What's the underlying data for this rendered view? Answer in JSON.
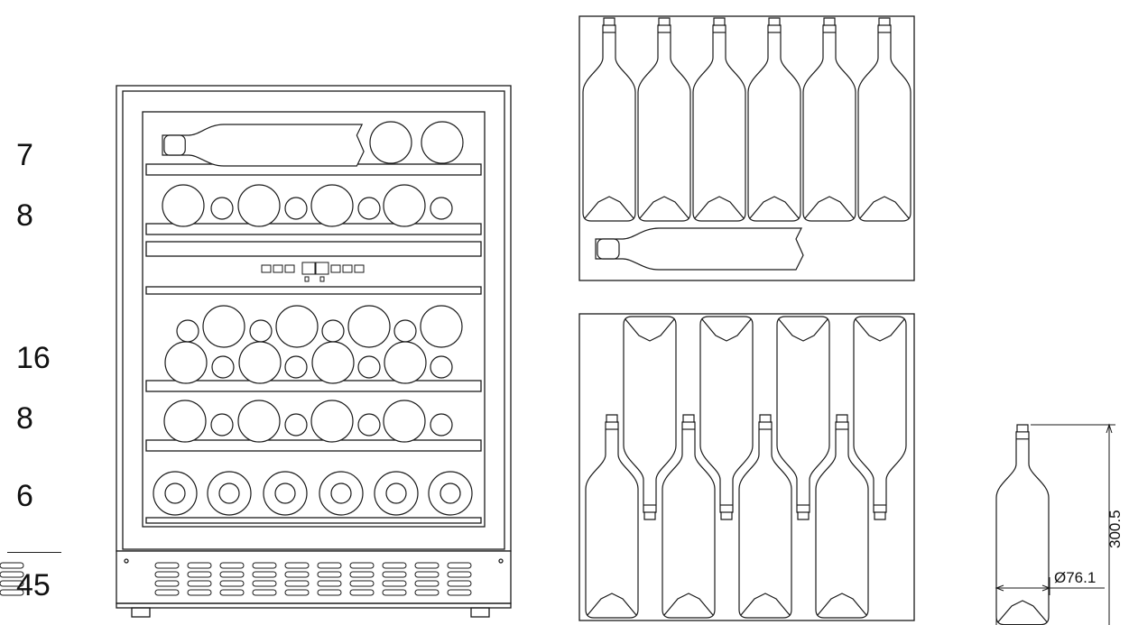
{
  "shelf_counts": [
    "7",
    "8",
    "16",
    "8",
    "6"
  ],
  "total": "45",
  "dimensions": {
    "height": "300.5",
    "diameter": "Ø76.1"
  },
  "line_color": "#1a1a1a"
}
